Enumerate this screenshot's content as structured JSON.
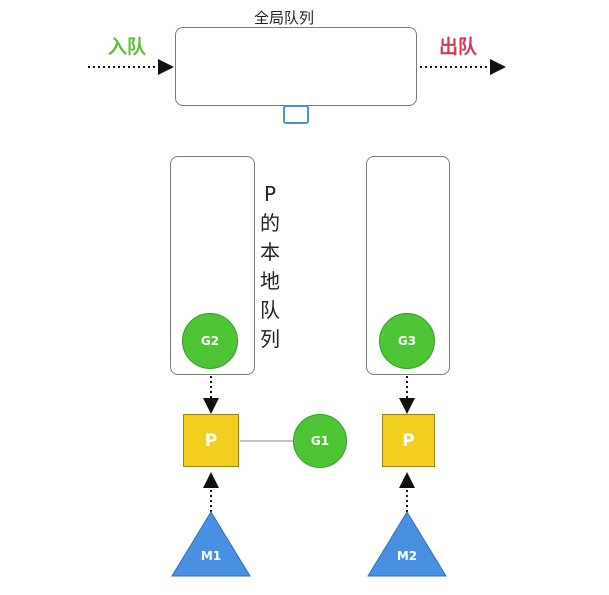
{
  "global_queue": {
    "title": "全局队列",
    "enqueue_label": "入队",
    "dequeue_label": "出队"
  },
  "local_queue": {
    "label_chars": [
      "P",
      "的",
      "本",
      "地",
      "队",
      "列"
    ]
  },
  "nodes": {
    "g2": "G2",
    "g3": "G3",
    "g1": "G1",
    "p_left": "P",
    "p_right": "P",
    "m1": "M1",
    "m2": "M2"
  },
  "colors": {
    "goroutine": "#4ec534",
    "processor": "#f2cf1e",
    "machine": "#4a90e2",
    "enqueue": "#5fbf3a",
    "dequeue": "#d23a57",
    "lock": "#4a90e2"
  }
}
